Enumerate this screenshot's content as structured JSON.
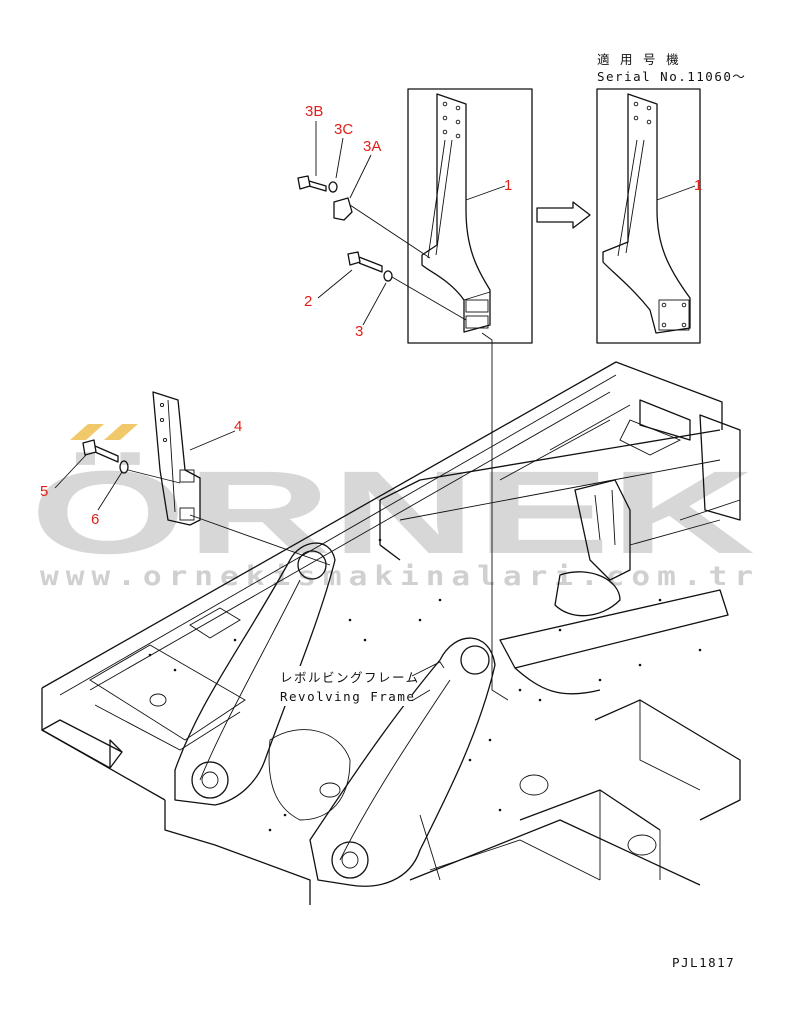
{
  "serial_note": {
    "jp": "適 用 号 機",
    "en": "Serial No.11060～"
  },
  "callouts": {
    "c3b": "3B",
    "c3c": "3C",
    "c3a": "3A",
    "c1_left": "1",
    "c1_right": "1",
    "c2": "2",
    "c3": "3",
    "c4": "4",
    "c5": "5",
    "c6": "6"
  },
  "frame_label": {
    "jp": "レボルビングフレーム",
    "en": "Revolving Frame"
  },
  "watermark": {
    "brand": "ÖRNEK",
    "url": "www.ornekismakinalari.com.tr",
    "accent_color": "#f2c96a"
  },
  "drawing_code": "PJL1817",
  "colors": {
    "callout": "#e0201a",
    "ink": "#111111",
    "watermark": "#c9c9c9"
  }
}
